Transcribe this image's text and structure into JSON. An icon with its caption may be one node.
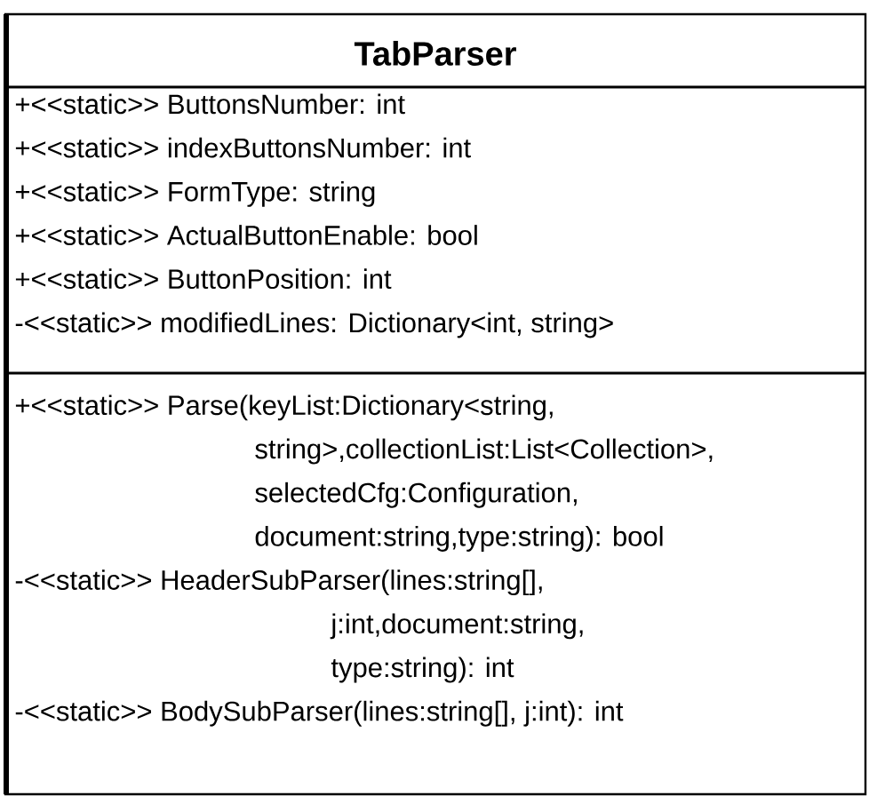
{
  "diagram": {
    "nodes": [
      {
        "text": [
          "TabParser",
          "+<<static>> ButtonsNumber: int",
          "+<<static>> indexButtonsNumber: int",
          "+<<static>> FormType: string",
          "+<<static>> ActualButtonEnable: bool",
          "+<<static>> ButtonPosition: int",
          "-<<static>> modifiedLines: Dictionary<int, string>",
          "+<<static>> Parse(keyList:Dictionary<string, string>,collectionList:List<Collection>, selectedCfg:Configuration, document:string,type:string): bool",
          "-<<static>> HeaderSubParser(lines:string[], j:int,document:string, type:string): int",
          "-<<static>> BodySubParser(lines:string[], j:int): int"
        ]
      }
    ]
  }
}
